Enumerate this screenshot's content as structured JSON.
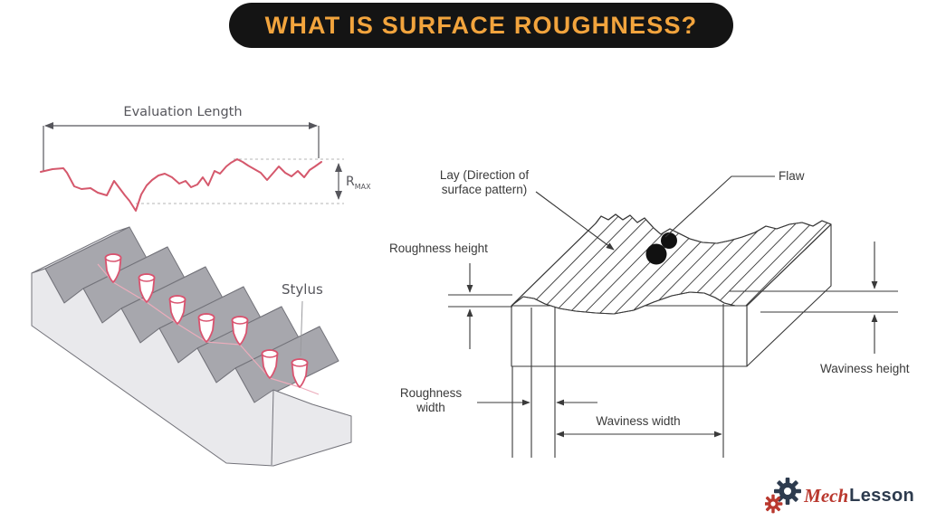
{
  "title": {
    "text": "WHAT IS SURFACE ROUGHNESS?"
  },
  "evaluation_diagram": {
    "length_label": "Evaluation Length",
    "rmax_label": "R",
    "rmax_subscript": "MAX"
  },
  "stylus_diagram": {
    "stylus_label": "Stylus"
  },
  "surface_diagram": {
    "lay_label_line1": "Lay (Direction of",
    "lay_label_line2": "surface pattern)",
    "flaw_label": "Flaw",
    "roughness_height_label": "Roughness height",
    "waviness_height_label": "Waviness height",
    "roughness_width_line1": "Roughness",
    "roughness_width_line2": "width",
    "waviness_width_label": "Waviness width"
  },
  "logo": {
    "brand_first": "Mech",
    "brand_second": "Lesson"
  },
  "colors": {
    "title_bg": "#141414",
    "title_text": "#F2A43D",
    "profile_red": "#D5586C",
    "stylus_red": "#D9536F",
    "scan_pink": "#ECACBB",
    "ink": "#3A3A3A",
    "dim": "#56565C",
    "block_fill": "#E9E9EC",
    "block_lit": "#DFDFE3",
    "block_shade": "#A7A7AD",
    "block_stroke": "#73737A",
    "logo_red": "#B9382E",
    "logo_navy": "#2D3B4E"
  }
}
